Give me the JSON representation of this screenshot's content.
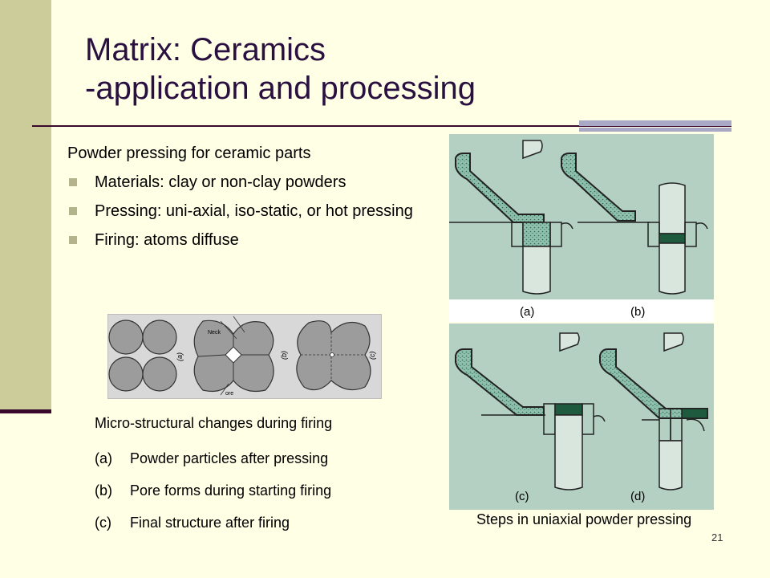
{
  "slide": {
    "title_line1": "Matrix: Ceramics",
    "title_line2": "-application and processing",
    "page_number": "21"
  },
  "content": {
    "intro": "Powder pressing for ceramic parts",
    "bullets": [
      "Materials: clay or non-clay powders",
      "Pressing: uni-axial, iso-static, or hot pressing",
      "Firing: atoms diffuse"
    ]
  },
  "micro_figure": {
    "labels": [
      "(a)",
      "(b)",
      "(c)",
      "Neck",
      "ore"
    ],
    "caption": "Micro-structural changes during firing",
    "items": [
      {
        "label": "(a)",
        "text": "Powder particles after pressing"
      },
      {
        "label": "(b)",
        "text": "Pore forms during starting firing"
      },
      {
        "label": "(c)",
        "text": "Final structure after firing"
      }
    ]
  },
  "pressing_figure": {
    "panel_labels": [
      "(a)",
      "(b)",
      "(c)",
      "(d)"
    ],
    "caption": "Steps in uniaxial powder pressing"
  },
  "colors": {
    "background": "#ffffe6",
    "left_band": "#cccc9a",
    "rule": "#3a0a2e",
    "accent": "#a9a9c6",
    "title": "#2a1040",
    "figure_bg": "#b4d0c2",
    "powder": "#8fc0ae",
    "compact": "#1e5a3e"
  }
}
